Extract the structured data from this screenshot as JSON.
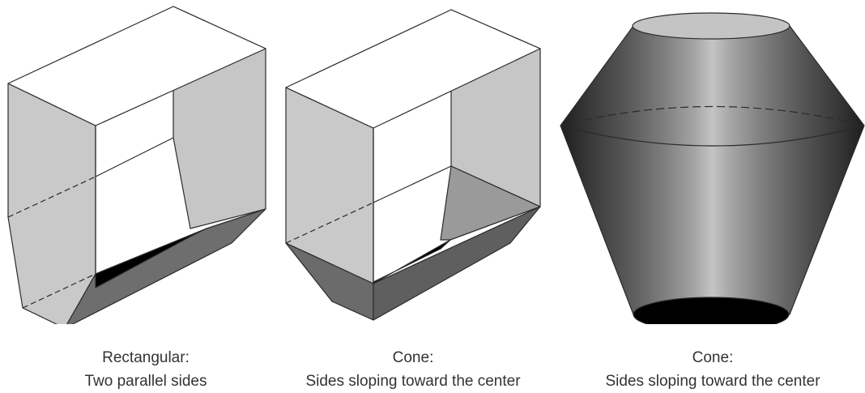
{
  "figures": [
    {
      "id": "rectangular",
      "caption_title": "Rectangular:",
      "caption_text": "Two parallel sides"
    },
    {
      "id": "cone-flat",
      "caption_title": "Cone:",
      "caption_text": "Sides sloping toward the center"
    },
    {
      "id": "cone-round",
      "caption_title": "Cone:",
      "caption_text": "Sides sloping toward the center"
    }
  ],
  "colors": {
    "light_face": "#c6c6c6",
    "mid_face": "#9a9a9a",
    "dark_face": "#6b6b6b",
    "opening": "#000000",
    "outline": "#2b2b2b"
  }
}
